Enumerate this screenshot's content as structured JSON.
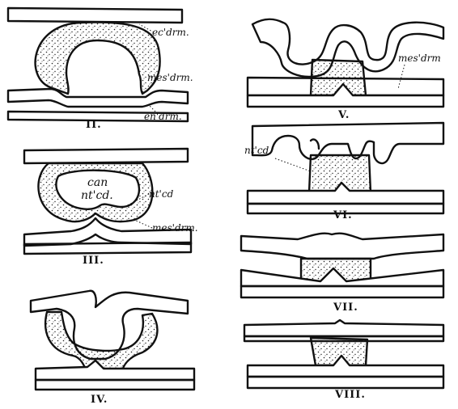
{
  "figure": {
    "labels": {
      "ectoderm": "ec'drm.",
      "mesoderm": "mes'drm.",
      "endoderm": "en'drm.",
      "notochord": "nt'cd",
      "notochord_dot": "nt'cd.",
      "canal": "can",
      "mesoderm_v": "mes'drm",
      "mesoderm_iii": "mes'drm."
    },
    "stages": [
      "II.",
      "III.",
      "IV.",
      "V.",
      "VI.",
      "VII.",
      "VIII."
    ]
  },
  "colors": {
    "ink": "#111111",
    "paper": "#ffffff"
  }
}
